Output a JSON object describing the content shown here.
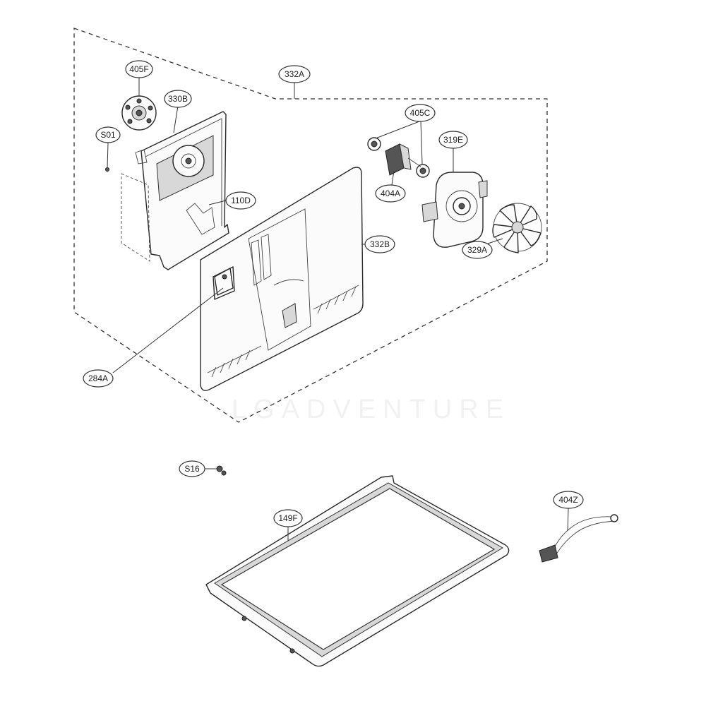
{
  "watermark": "LGADVENTURE",
  "labels": {
    "l405F": "405F",
    "l330B": "330B",
    "l332A": "332A",
    "lS01": "S01",
    "l110D": "110D",
    "l405C": "405C",
    "l319E": "319E",
    "l404A": "404A",
    "l329A": "329A",
    "l332B": "332B",
    "l284A": "284A",
    "lS16": "S16",
    "l149F": "149F",
    "l404Z": "404Z"
  }
}
